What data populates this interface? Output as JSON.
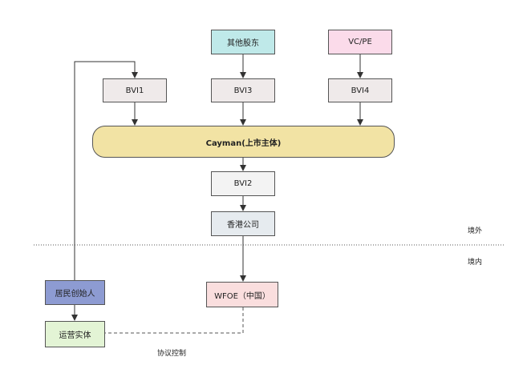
{
  "nodes": {
    "other_shareholders": "其他股东",
    "vc_pe": "VC/PE",
    "bvi1": "BVI1",
    "bvi3": "BVI3",
    "bvi4": "BVI4",
    "cayman": "Cayman(上市主体)",
    "bvi2": "BVI2",
    "hk_company": "香港公司",
    "wfoe": "WFOE（中国）",
    "resident_founder": "居民创始人",
    "operating_entity": "运营实体"
  },
  "labels": {
    "outside": "境外",
    "inside": "境内",
    "contract_control": "协议控制"
  },
  "colors": {
    "other_shareholders": "#bfe9e9",
    "vc_pe": "#fbdbea",
    "bvi": "#efeaea",
    "cayman": "#f2e3a4",
    "bvi2": "#f3f3f3",
    "hk_company": "#e6ebef",
    "wfoe": "#fadede",
    "resident_founder": "#8d9bd2",
    "operating_entity": "#e3f4d5"
  }
}
